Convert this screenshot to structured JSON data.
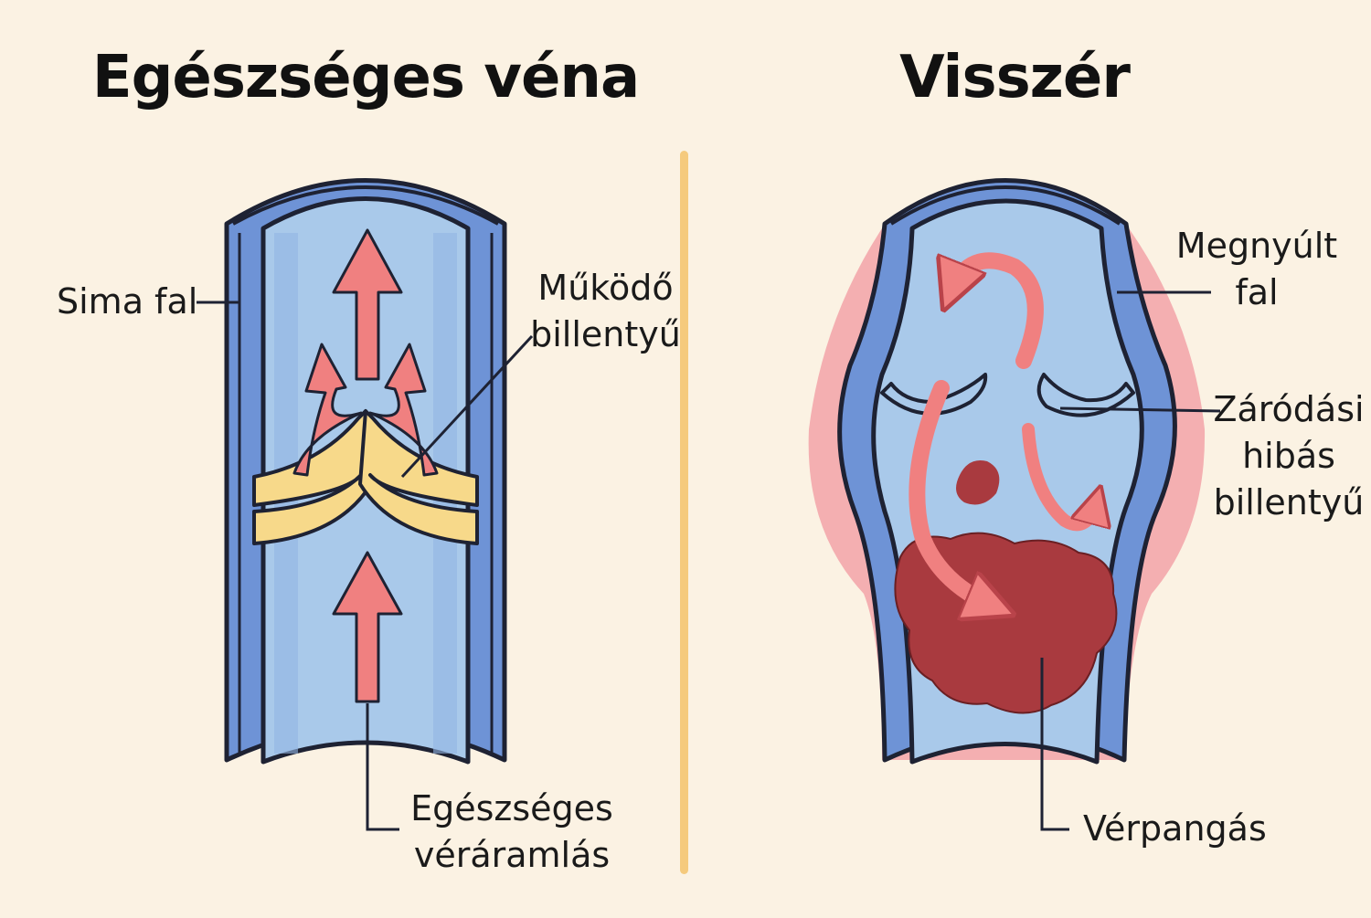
{
  "left_panel": {
    "title": "Egészséges véna",
    "labels": {
      "wall": "Sima fal",
      "valve_line1": "Működő",
      "valve_line2": "billentyű",
      "flow_line1": "Egészséges",
      "flow_line2": "véráramlás"
    }
  },
  "right_panel": {
    "title": "Visszér",
    "labels": {
      "wall_line1": "Megnyúlt",
      "wall_line2": "fal",
      "valve_line1": "Záródási",
      "valve_line2": "hibás",
      "valve_line3": "billentyű",
      "pool": "Vérpangás"
    }
  },
  "colors": {
    "background": "#fbf2e3",
    "vein_wall": "#6e93d6",
    "vein_lumen": "#a9c9ea",
    "outline": "#1e2233",
    "valve_healthy": "#f7d98a",
    "arrow": "#f08080",
    "swelling": "#f2a3a8",
    "pooled_blood": "#a93a3f",
    "divider": "#f5ca7d"
  }
}
